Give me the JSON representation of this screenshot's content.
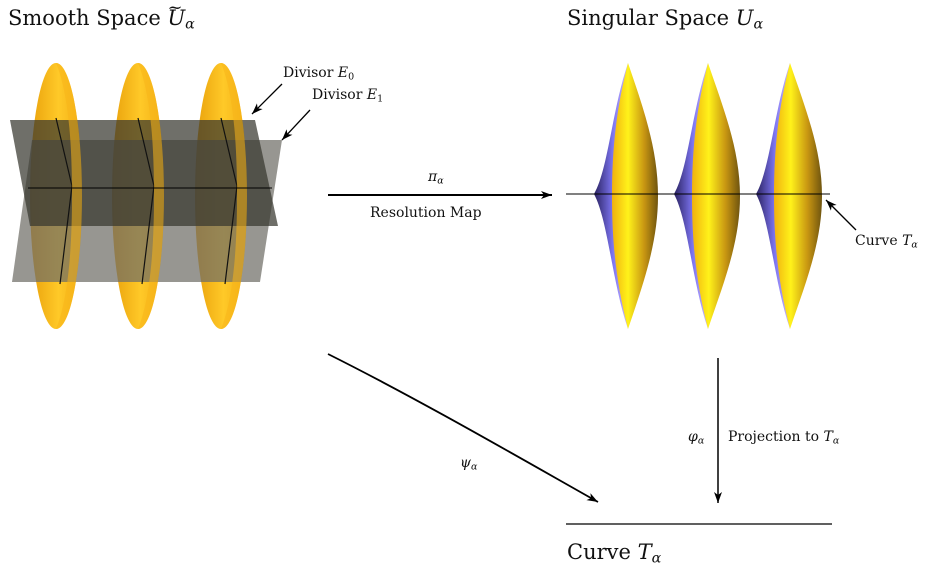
{
  "titles": {
    "smooth_prefix": "Smooth Space",
    "smooth_symbol": "U",
    "smooth_sub": "α",
    "singular_prefix": "Singular Space",
    "singular_symbol": "U",
    "singular_sub": "α"
  },
  "divisors": {
    "e0_prefix": "Divisor",
    "e0_symbol": "E",
    "e0_sub": "0",
    "e1_prefix": "Divisor",
    "e1_symbol": "E",
    "e1_sub": "1"
  },
  "maps": {
    "pi_symbol": "π",
    "pi_sub": "α",
    "pi_caption": "Resolution Map",
    "psi_symbol": "ψ",
    "psi_sub": "α",
    "phi_symbol": "φ",
    "phi_sub": "α",
    "phi_caption_prefix": "Projection to",
    "phi_caption_symbol": "T",
    "phi_caption_sub": "α"
  },
  "curves": {
    "curve_label_prefix": "Curve",
    "curve_label_symbol": "T",
    "curve_label_sub": "α",
    "bottom_prefix": "Curve",
    "bottom_symbol": "T",
    "bottom_sub": "α"
  },
  "colors": {
    "gold": "#F5B716",
    "gold_dark": "#8A6310",
    "plane_dark": "#3F3F3B",
    "plane_light": "#8E8C85",
    "cusp_blue": "#7C74F0"
  }
}
